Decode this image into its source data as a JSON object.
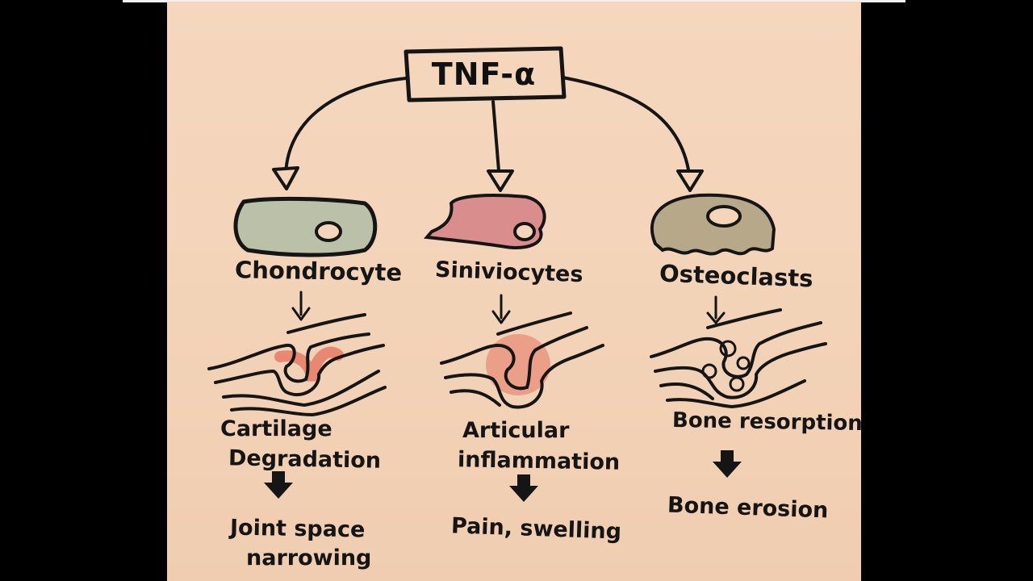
{
  "root": "TNF-α",
  "branches": [
    {
      "cell": "Chondrocyte",
      "effect": [
        "Cartilage",
        "Degradation"
      ],
      "outcome": [
        "Joint space",
        "narrowing"
      ],
      "fill": "#4e9e86"
    },
    {
      "cell": "Siniviocytes",
      "effect": [
        "Articular",
        "inflammation"
      ],
      "outcome": [
        "Pain, swelling"
      ],
      "fill": "#c25268"
    },
    {
      "cell": "Osteoclasts",
      "effect": [
        "Bone resorption"
      ],
      "outcome": [
        "Bone erosion"
      ],
      "fill": "#8a8a6c"
    }
  ],
  "colors": {
    "paper": "#f4d5bb",
    "ink": "#151515",
    "inflammation": "#e04a3c"
  }
}
